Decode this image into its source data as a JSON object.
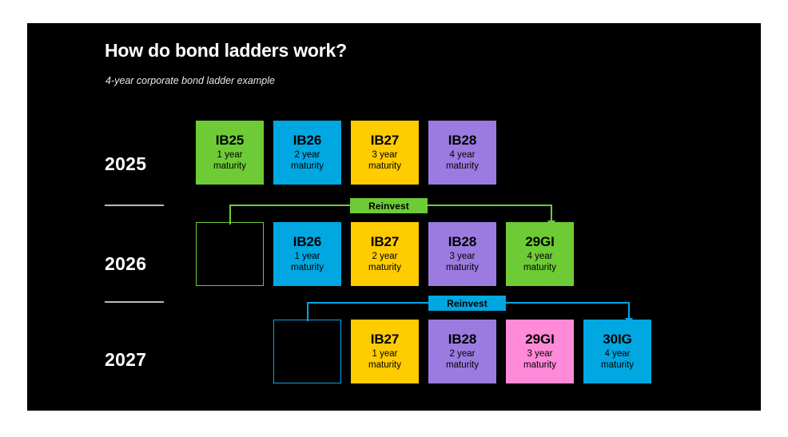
{
  "header": {
    "title": "How do bond ladders work?",
    "subtitle": "4-year corporate bond ladder example"
  },
  "colors": {
    "background": "#000000",
    "page": "#ffffff",
    "green": "#6ECB36",
    "blue": "#00A7E1",
    "yellow": "#FFCC00",
    "purple": "#9B7BE0",
    "pink": "#FF8AD8",
    "divider": "#b9b9b9",
    "text_light": "#ffffff",
    "text_dark": "#000000"
  },
  "chart_data": {
    "type": "diagram",
    "title": "How do bond ladders work?",
    "subtitle": "4-year corporate bond ladder example",
    "rows": [
      {
        "year": "2025",
        "boxes": [
          {
            "code": "IB25",
            "maturity_line1": "1 year",
            "maturity_line2": "maturity",
            "color": "green",
            "empty": false
          },
          {
            "code": "IB26",
            "maturity_line1": "2 year",
            "maturity_line2": "maturity",
            "color": "blue",
            "empty": false
          },
          {
            "code": "IB27",
            "maturity_line1": "3 year",
            "maturity_line2": "maturity",
            "color": "yellow",
            "empty": false
          },
          {
            "code": "IB28",
            "maturity_line1": "4 year",
            "maturity_line2": "maturity",
            "color": "purple",
            "empty": false
          }
        ]
      },
      {
        "year": "2026",
        "boxes": [
          {
            "code": "",
            "maturity_line1": "",
            "maturity_line2": "",
            "color": "green",
            "empty": true
          },
          {
            "code": "IB26",
            "maturity_line1": "1 year",
            "maturity_line2": "maturity",
            "color": "blue",
            "empty": false
          },
          {
            "code": "IB27",
            "maturity_line1": "2 year",
            "maturity_line2": "maturity",
            "color": "yellow",
            "empty": false
          },
          {
            "code": "IB28",
            "maturity_line1": "3 year",
            "maturity_line2": "maturity",
            "color": "purple",
            "empty": false
          },
          {
            "code": "29GI",
            "maturity_line1": "4 year",
            "maturity_line2": "maturity",
            "color": "green",
            "empty": false
          }
        ]
      },
      {
        "year": "2027",
        "boxes": [
          {
            "code": "",
            "maturity_line1": "",
            "maturity_line2": "",
            "color": "blue",
            "empty": true
          },
          {
            "code": "IB27",
            "maturity_line1": "1 year",
            "maturity_line2": "maturity",
            "color": "yellow",
            "empty": false
          },
          {
            "code": "IB28",
            "maturity_line1": "2 year",
            "maturity_line2": "maturity",
            "color": "purple",
            "empty": false
          },
          {
            "code": "29GI",
            "maturity_line1": "3 year",
            "maturity_line2": "maturity",
            "color": "pink",
            "empty": false
          },
          {
            "code": "30IG",
            "maturity_line1": "4 year",
            "maturity_line2": "maturity",
            "color": "blue",
            "empty": false
          }
        ]
      }
    ],
    "connectors": [
      {
        "label": "Reinvest",
        "color": "green",
        "from_year": "2026",
        "to_year": "2026"
      },
      {
        "label": "Reinvest",
        "color": "blue",
        "from_year": "2027",
        "to_year": "2027"
      }
    ]
  },
  "years": {
    "y2025": "2025",
    "y2026": "2026",
    "y2027": "2027"
  },
  "reinvest": {
    "green_label": "Reinvest",
    "blue_label": "Reinvest"
  }
}
